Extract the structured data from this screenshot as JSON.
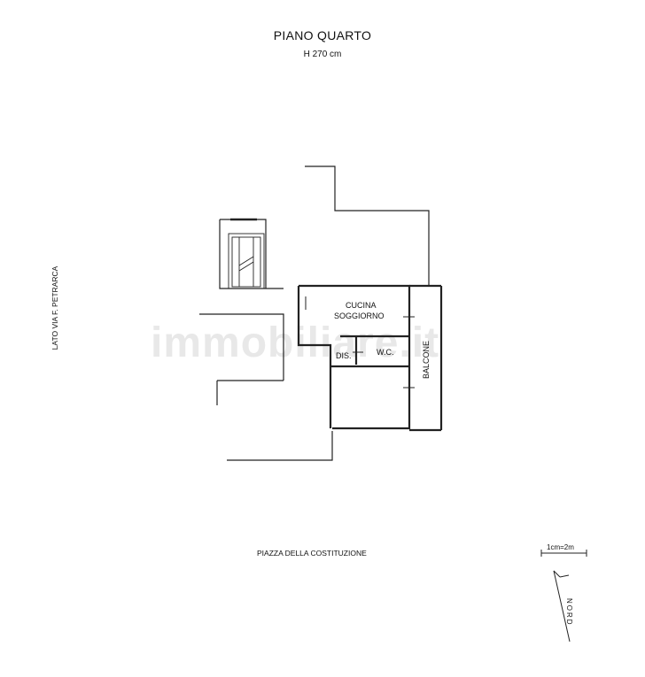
{
  "plan": {
    "title": "PIANO QUARTO",
    "ceiling_height": "H 270 cm",
    "side_label": "LATO VIA F. PETRARCA",
    "street_label": "PIAZZA DELLA COSTITUZIONE",
    "scale_label": "1cm=2m",
    "north_label": "NORD",
    "watermark": "immobiliare.it",
    "rooms": {
      "cucina": "CUCINA",
      "soggiorno": "SOGGIORNO",
      "dis": "DIS.",
      "wc": "W.C.",
      "balcone": "BALCONE"
    }
  }
}
